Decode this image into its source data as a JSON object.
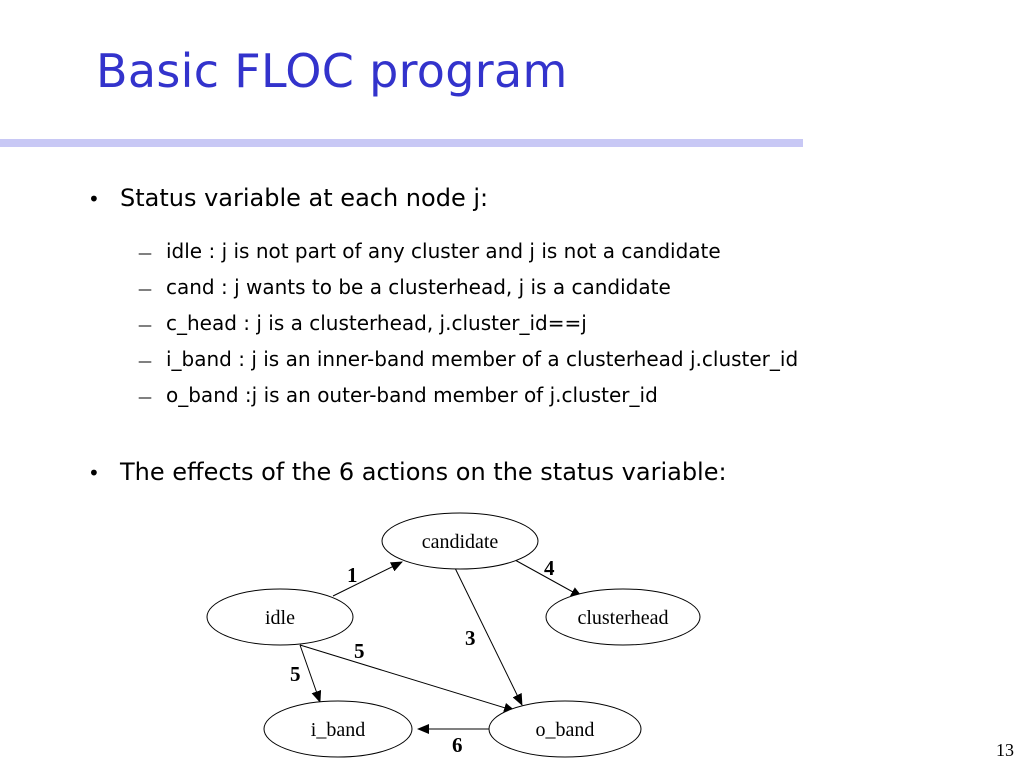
{
  "title": "Basic FLOC program",
  "bullets": [
    {
      "text": "Status variable at each node j:"
    },
    {
      "text": "The effects of the 6 actions on the status variable:"
    }
  ],
  "sub_items": [
    "idle : j is not part of any cluster and j is not a candidate",
    "cand : j wants to be a clusterhead, j is a candidate",
    "c_head : j is a clusterhead, j.cluster_id==j",
    "i_band : j is an inner-band member of a clusterhead j.cluster_id",
    "o_band :j is an outer-band member of j.cluster_id"
  ],
  "diagram": {
    "nodes": {
      "candidate": "candidate",
      "idle": "idle",
      "clusterhead": "clusterhead",
      "i_band": "i_band",
      "o_band": "o_band"
    },
    "edge_labels": {
      "a1": "1",
      "a3": "3",
      "a4": "4",
      "a5_obd": "5",
      "a5_ibd": "5",
      "a6": "6"
    }
  },
  "page_number": "13",
  "colors": {
    "title": "#3333cc",
    "rule": "#c8c8f5"
  }
}
